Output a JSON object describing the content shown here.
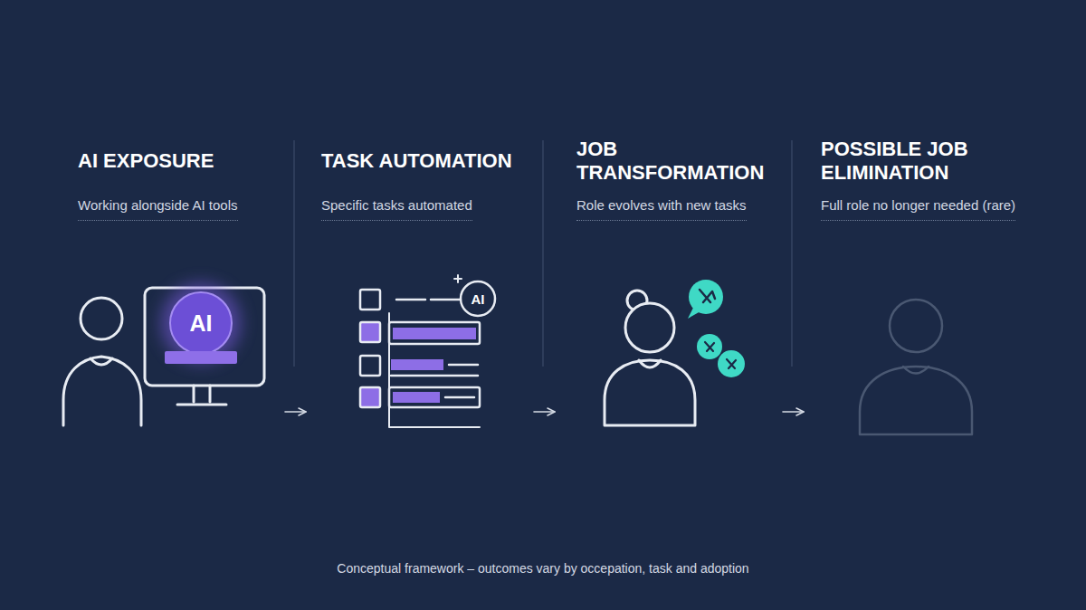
{
  "diagram": {
    "caption": "Conceptual framework – outcomes vary by occepation, task and adoption",
    "nodes": [
      {
        "text": [
          "AI EXPOSURE",
          "Working alongside AI tools"
        ]
      },
      {
        "text": [
          "TASK AUTOMATION",
          "Specific tasks automated"
        ]
      },
      {
        "text": [
          "JOB TRANSFORMATION",
          "Role evolves with new tasks"
        ]
      },
      {
        "text": [
          "POSSIBLE JOB ELIMINATION",
          "Full role no longer needed (rare)"
        ]
      }
    ],
    "edges": [
      {
        "from": 0,
        "to": 1,
        "arrow": "to"
      },
      {
        "from": 1,
        "to": 2,
        "arrow": "to"
      },
      {
        "from": 2,
        "to": 3,
        "arrow": "to"
      }
    ],
    "labels": [
      "AI",
      "AI"
    ]
  }
}
